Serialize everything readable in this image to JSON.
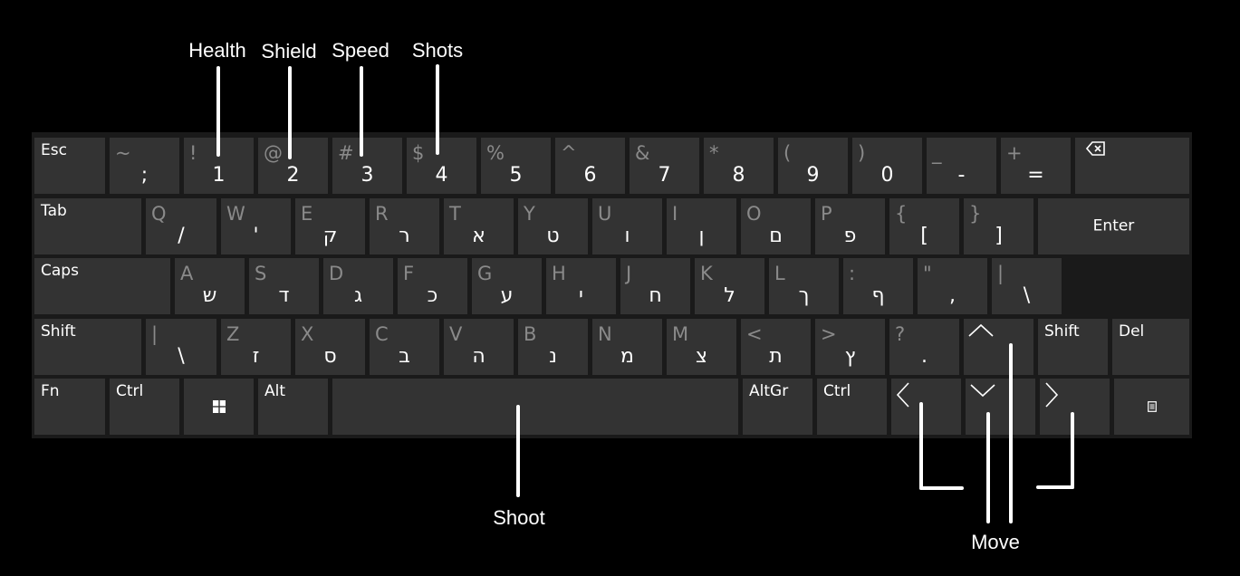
{
  "annotations": {
    "health": "Health",
    "shield": "Shield",
    "speed": "Speed",
    "shots": "Shots",
    "shoot": "Shoot",
    "move": "Move"
  },
  "colors": {
    "background": "#000000",
    "keyboard_bg": "#1a1a1a",
    "key_bg": "#333333",
    "secondary_text": "#8a8a8a",
    "primary_text": "#ffffff"
  },
  "keyboard": {
    "row1": [
      {
        "name": "key-esc",
        "label": "Esc"
      },
      {
        "name": "key-semicolon",
        "sec": "~",
        "pri": ";"
      },
      {
        "name": "key-1",
        "sec": "!",
        "pri": "1"
      },
      {
        "name": "key-2",
        "sec": "@",
        "pri": "2"
      },
      {
        "name": "key-3",
        "sec": "#",
        "pri": "3"
      },
      {
        "name": "key-4",
        "sec": "$",
        "pri": "4"
      },
      {
        "name": "key-5",
        "sec": "%",
        "pri": "5"
      },
      {
        "name": "key-6",
        "sec": "^",
        "pri": "6"
      },
      {
        "name": "key-7",
        "sec": "&",
        "pri": "7"
      },
      {
        "name": "key-8",
        "sec": "*",
        "pri": "8"
      },
      {
        "name": "key-9",
        "sec": "(",
        "pri": "9"
      },
      {
        "name": "key-0",
        "sec": ")",
        "pri": "0"
      },
      {
        "name": "key-minus",
        "sec": "_",
        "pri": "-"
      },
      {
        "name": "key-equals",
        "sec": "+",
        "pri": "="
      },
      {
        "name": "key-backspace",
        "icon": "backspace-icon"
      }
    ],
    "row2": [
      {
        "name": "key-tab",
        "label": "Tab"
      },
      {
        "name": "key-q",
        "sec": "Q",
        "pri": "/"
      },
      {
        "name": "key-w",
        "sec": "W",
        "pri": "'"
      },
      {
        "name": "key-e",
        "sec": "E",
        "pri": "ק"
      },
      {
        "name": "key-r",
        "sec": "R",
        "pri": "ר"
      },
      {
        "name": "key-t",
        "sec": "T",
        "pri": "א"
      },
      {
        "name": "key-y",
        "sec": "Y",
        "pri": "ט"
      },
      {
        "name": "key-u",
        "sec": "U",
        "pri": "ו"
      },
      {
        "name": "key-i",
        "sec": "I",
        "pri": "ן"
      },
      {
        "name": "key-o",
        "sec": "O",
        "pri": "ם"
      },
      {
        "name": "key-p",
        "sec": "P",
        "pri": "פ"
      },
      {
        "name": "key-open-bracket",
        "sec": "{",
        "pri": "["
      },
      {
        "name": "key-close-bracket",
        "sec": "}",
        "pri": "]"
      },
      {
        "name": "key-enter",
        "label": "Enter"
      }
    ],
    "row3": [
      {
        "name": "key-caps",
        "label": "Caps"
      },
      {
        "name": "key-a",
        "sec": "A",
        "pri": "ש"
      },
      {
        "name": "key-s",
        "sec": "S",
        "pri": "ד"
      },
      {
        "name": "key-d",
        "sec": "D",
        "pri": "ג"
      },
      {
        "name": "key-f",
        "sec": "F",
        "pri": "כ"
      },
      {
        "name": "key-g",
        "sec": "G",
        "pri": "ע"
      },
      {
        "name": "key-h",
        "sec": "H",
        "pri": "י"
      },
      {
        "name": "key-j",
        "sec": "J",
        "pri": "ח"
      },
      {
        "name": "key-k",
        "sec": "K",
        "pri": "ל"
      },
      {
        "name": "key-l",
        "sec": "L",
        "pri": "ך"
      },
      {
        "name": "key-colon",
        "sec": ":",
        "pri": "ף"
      },
      {
        "name": "key-quote",
        "sec": "\"",
        "pri": ","
      },
      {
        "name": "key-pipe",
        "sec": "|",
        "pri": "\\"
      }
    ],
    "row4": [
      {
        "name": "key-shift-left",
        "label": "Shift"
      },
      {
        "name": "key-backslash",
        "sec": "|",
        "pri": "\\"
      },
      {
        "name": "key-z",
        "sec": "Z",
        "pri": "ז"
      },
      {
        "name": "key-x",
        "sec": "X",
        "pri": "ס"
      },
      {
        "name": "key-c",
        "sec": "C",
        "pri": "ב"
      },
      {
        "name": "key-v",
        "sec": "V",
        "pri": "ה"
      },
      {
        "name": "key-b",
        "sec": "B",
        "pri": "נ"
      },
      {
        "name": "key-n",
        "sec": "N",
        "pri": "מ"
      },
      {
        "name": "key-m",
        "sec": "M",
        "pri": "צ"
      },
      {
        "name": "key-comma",
        "sec": "<",
        "pri": "ת"
      },
      {
        "name": "key-period",
        "sec": ">",
        "pri": "ץ"
      },
      {
        "name": "key-slash",
        "sec": "?",
        "pri": "."
      },
      {
        "name": "key-up",
        "icon": "arrow-up-icon"
      },
      {
        "name": "key-shift-right",
        "label": "Shift"
      },
      {
        "name": "key-del",
        "label": "Del"
      }
    ],
    "row5": [
      {
        "name": "key-fn",
        "label": "Fn"
      },
      {
        "name": "key-ctrl-left",
        "label": "Ctrl"
      },
      {
        "name": "key-windows",
        "icon": "windows-logo-icon"
      },
      {
        "name": "key-alt",
        "label": "Alt"
      },
      {
        "name": "key-space",
        "label": ""
      },
      {
        "name": "key-altgr",
        "label": "AltGr"
      },
      {
        "name": "key-ctrl-right",
        "label": "Ctrl"
      },
      {
        "name": "key-left",
        "icon": "arrow-left-icon"
      },
      {
        "name": "key-down",
        "icon": "arrow-down-icon"
      },
      {
        "name": "key-right",
        "icon": "arrow-right-icon"
      },
      {
        "name": "key-menu",
        "icon": "menu-icon"
      }
    ]
  }
}
